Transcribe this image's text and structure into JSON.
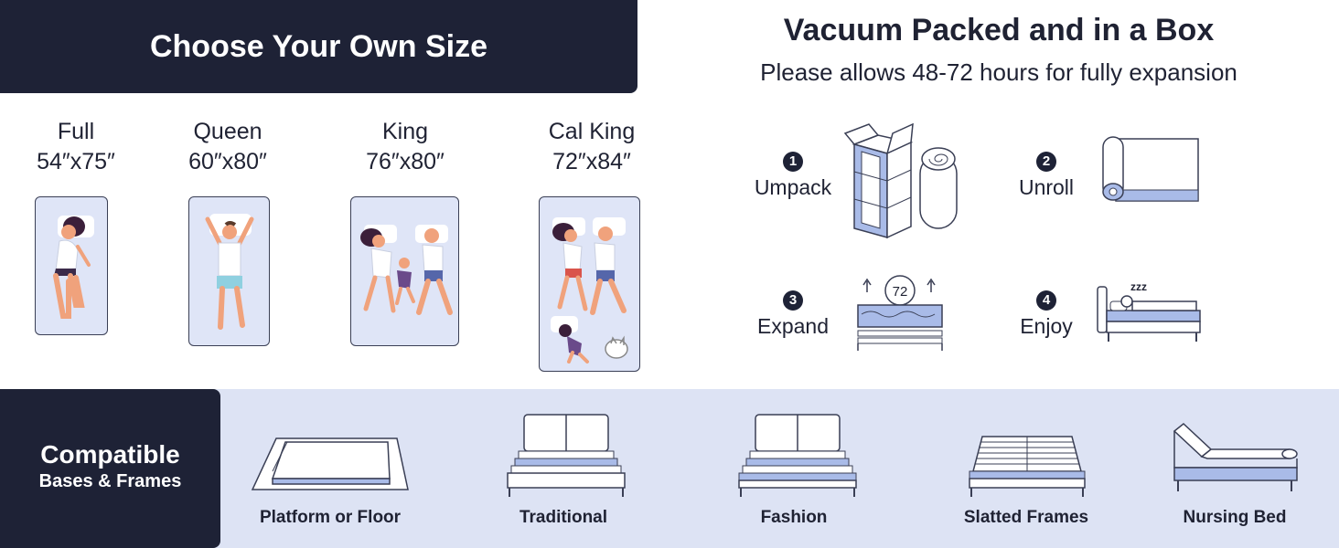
{
  "sizes": {
    "title": "Choose Your Own Size",
    "items": [
      {
        "name": "Full",
        "dims": "54″x75″"
      },
      {
        "name": "Queen",
        "dims": "60″x80″"
      },
      {
        "name": "King",
        "dims": "76″x80″"
      },
      {
        "name": "Cal King",
        "dims": "72″x84″"
      }
    ]
  },
  "packing": {
    "title": "Vacuum Packed and in a Box",
    "subtitle": "Please allows 48-72 hours for fully expansion",
    "steps": [
      {
        "number": "1",
        "label": "Umpack",
        "icon": "box-and-rolled-mattress-icon"
      },
      {
        "number": "2",
        "label": "Unroll",
        "icon": "unrolling-mattress-icon"
      },
      {
        "number": "3",
        "label": "Expand",
        "icon": "expanding-mattress-icon",
        "badge": "72"
      },
      {
        "number": "4",
        "label": "Enjoy",
        "icon": "sleeping-person-bed-icon",
        "badge": "zzz"
      }
    ]
  },
  "compatible": {
    "title": "Compatible",
    "subtitle": "Bases & Frames",
    "frames": [
      {
        "label": "Platform or Floor",
        "icon": "platform-floor-icon"
      },
      {
        "label": "Traditional",
        "icon": "traditional-frame-icon"
      },
      {
        "label": "Fashion",
        "icon": "fashion-frame-icon"
      },
      {
        "label": "Slatted Frames",
        "icon": "slatted-frame-icon"
      },
      {
        "label": "Nursing Bed",
        "icon": "nursing-bed-icon"
      }
    ]
  },
  "colors": {
    "navy": "#1e2236",
    "pale_blue": "#dde3f4",
    "accent_blue": "#a9bbe8"
  }
}
